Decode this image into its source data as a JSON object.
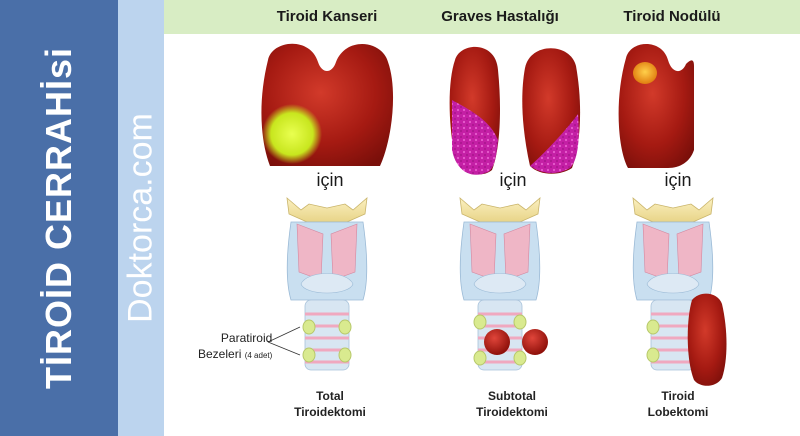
{
  "sidebar": {
    "title": "TİROİD CERRAHİsi",
    "site": "Doktorca.com"
  },
  "columns": [
    {
      "header": "Tiroid Kanseri",
      "connector": "için",
      "caption_line1": "Total",
      "caption_line2": "Tiroidektomi"
    },
    {
      "header": "Graves Hastalığı",
      "connector": "için",
      "caption_line1": "Subtotal",
      "caption_line2": "Tiroidektomi"
    },
    {
      "header": "Tiroid Nodülü",
      "connector": "için",
      "caption_line1": "Tiroid",
      "caption_line2": "Lobektomi"
    }
  ],
  "annotation": {
    "line1": "Paratiroid",
    "line2": "Bezeleri",
    "note": "(4 adet)"
  },
  "colors": {
    "sidebar_dark": "#4a6fa8",
    "sidebar_light": "#bcd4ee",
    "header_band": "#d8edc4",
    "thyroid_red": "#a51a12",
    "graves_magenta": "#d12bb0",
    "cancer_yellow": "#c8e61e",
    "nodule_orange": "#f2a91a",
    "parathyroid_green": "#d9ea8f"
  }
}
